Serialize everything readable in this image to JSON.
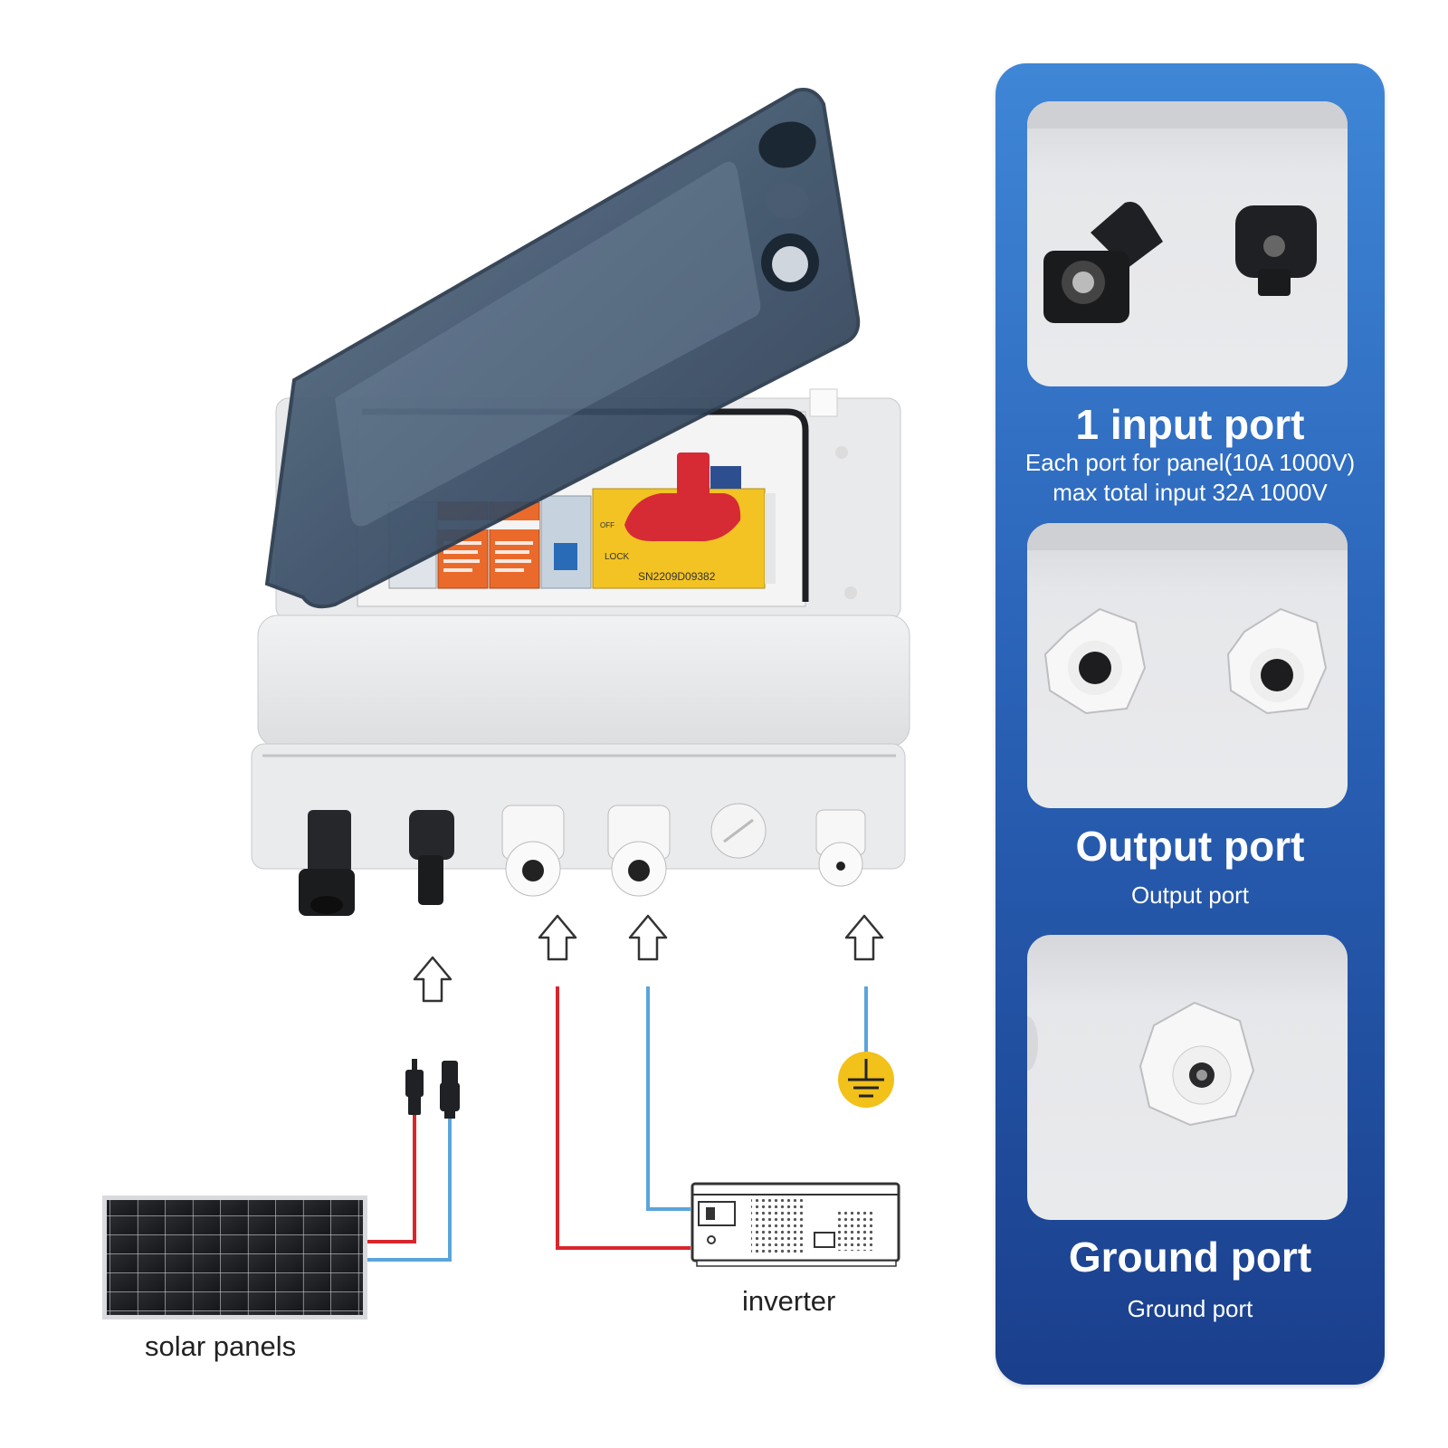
{
  "labels": {
    "solar_panels": "solar panels",
    "inverter": "inverter"
  },
  "device": {
    "switch_label": "LOCK",
    "serial": "SN2209D09382",
    "off_label": "OFF"
  },
  "panel": {
    "input": {
      "title": "1 input port",
      "line1": "Each port for panel(10A 1000V)",
      "line2": "max total input 32A 1000V"
    },
    "output": {
      "title": "Output port",
      "subtitle": "Output port"
    },
    "ground": {
      "title": "Ground port",
      "subtitle": "Ground port"
    }
  },
  "colors": {
    "positive_wire": "#d8262c",
    "negative_wire": "#5aa5dc",
    "ground_symbol": "#f2c11a",
    "panel_blue": "#2a63b8"
  }
}
